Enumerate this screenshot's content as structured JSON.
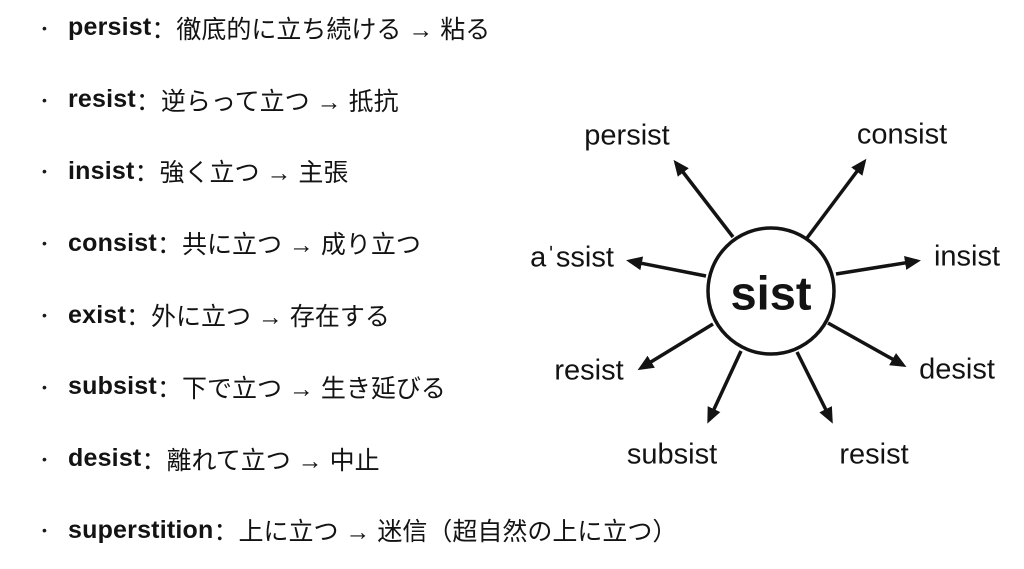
{
  "page": {
    "background": "#ffffff",
    "text_color": "#131313"
  },
  "word_list": {
    "bullet": "•",
    "items": [
      {
        "word": "persist",
        "desc": "：徹底的に立ち続ける → 粘る"
      },
      {
        "word": "resist",
        "desc": "：逆らって立つ → 抵抗"
      },
      {
        "word": "insist",
        "desc": "：強く立つ → 主張"
      },
      {
        "word": "consist",
        "desc": "：共に立つ → 成り立つ"
      },
      {
        "word": "exist",
        "desc": "：外に立つ → 存在する"
      },
      {
        "word": "subsist",
        "desc": "：下で立つ → 生き延びる"
      },
      {
        "word": "desist",
        "desc": "：離れて立つ → 中止"
      },
      {
        "word": "superstition",
        "desc": "：上に立つ → 迷信（超自然の上に立つ）"
      }
    ]
  },
  "diagram": {
    "center_label": "sist",
    "spokes": [
      {
        "label": "persist"
      },
      {
        "label": "consist"
      },
      {
        "label": "aˈssist"
      },
      {
        "label": "insist"
      },
      {
        "label": "resist"
      },
      {
        "label": "desist"
      },
      {
        "label": "subsist"
      },
      {
        "label": "resist"
      }
    ]
  }
}
